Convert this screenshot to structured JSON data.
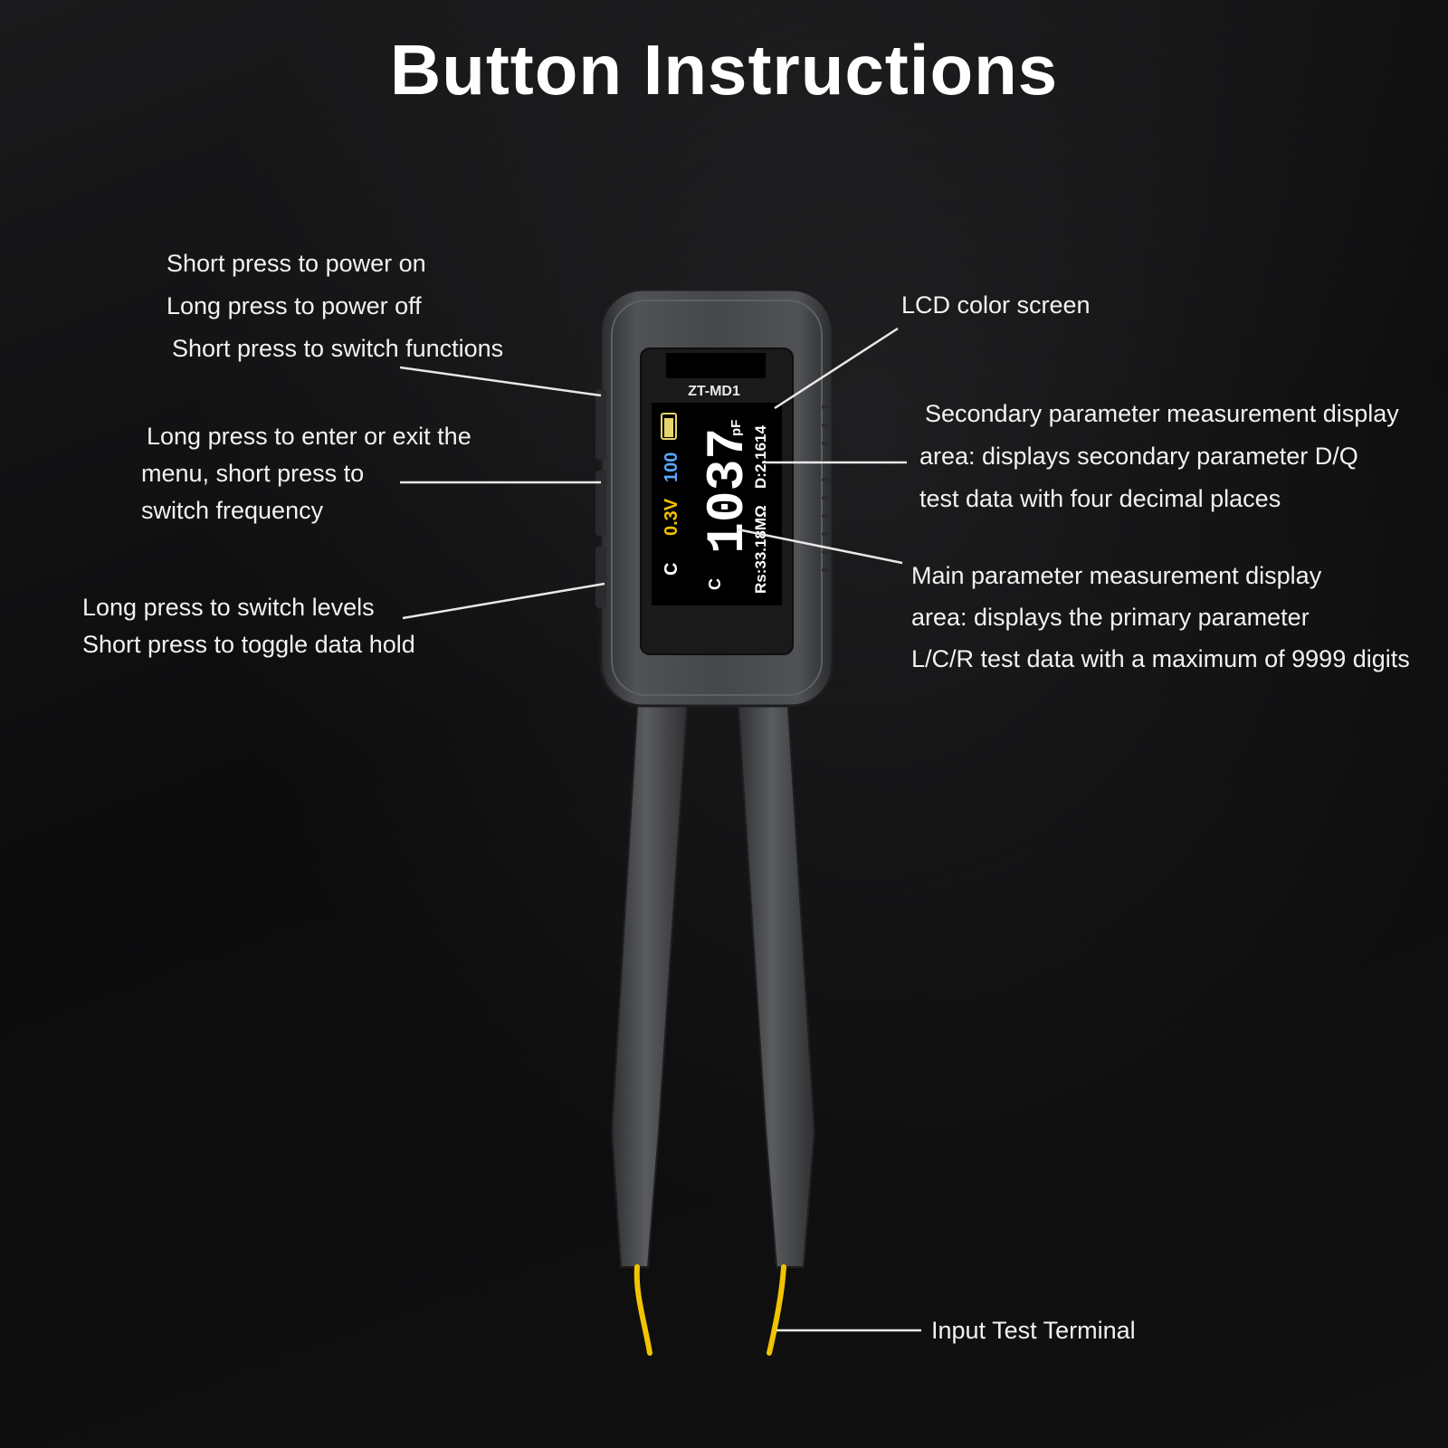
{
  "title": "Button Instructions",
  "device": {
    "model": "ZT-MD1",
    "screen": {
      "mode": "C",
      "voltage": "0.3V",
      "frequency": "100",
      "main_value": "1037",
      "unit": "pF",
      "param": "C",
      "rs": "Rs:33.18MΩ",
      "d": "D:2.1614"
    }
  },
  "labels": {
    "power": [
      "Short press to power on",
      "Long press to power off",
      "Short press to switch functions"
    ],
    "menu": [
      "Long press to enter or exit the",
      "menu, short press to",
      "switch frequency"
    ],
    "levels": [
      "Long press to switch levels",
      "Short press to toggle data hold"
    ],
    "lcd": [
      "LCD color screen"
    ],
    "secondary": [
      "Secondary parameter measurement display",
      "area: displays secondary parameter D/Q",
      "test data with four decimal places"
    ],
    "main": [
      "Main parameter measurement display",
      "area: displays the primary parameter",
      "L/C/R test data with a maximum of 9999 digits"
    ],
    "terminal": [
      "Input Test Terminal"
    ]
  },
  "colors": {
    "background": "#0d0d0e",
    "text": "#ffffff",
    "yellow": "#f2c200",
    "blue": "#5aa8ff",
    "battery": "#e6d56a",
    "lead": "#f0c400",
    "body": "#3f4144"
  }
}
